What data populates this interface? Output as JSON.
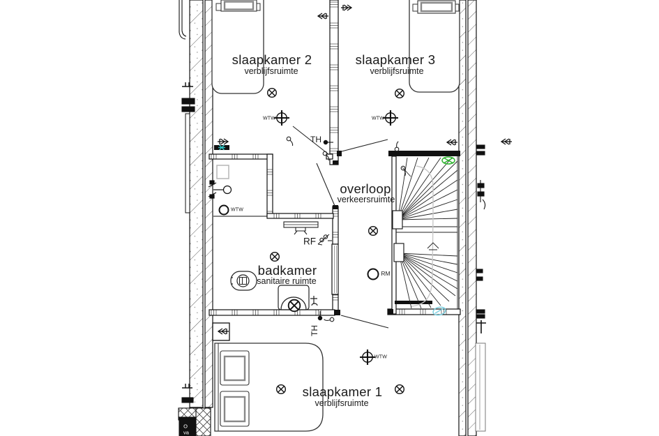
{
  "floorplan": {
    "rooms": [
      {
        "name": "slaapkamer 2",
        "type": "verblijfsruimte"
      },
      {
        "name": "slaapkamer 3",
        "type": "verblijfsruimte"
      },
      {
        "name": "overloop",
        "type": "verkeersruimte"
      },
      {
        "name": "badkamer",
        "type": "sanitaire ruimte"
      },
      {
        "name": "slaapkamer 1",
        "type": "verblijfsruimte"
      }
    ],
    "annotations": {
      "thermostat": "TH",
      "rf": "RF",
      "rm": "RM",
      "wtw": "WTW",
      "corner_line1": "O",
      "corner_line2": "va"
    },
    "colors": {
      "line": "#1a1a1a",
      "vent_green": "#2db32d",
      "vent_cyan": "#7fd0e0",
      "duct_teal": "#2fc8c8"
    }
  }
}
